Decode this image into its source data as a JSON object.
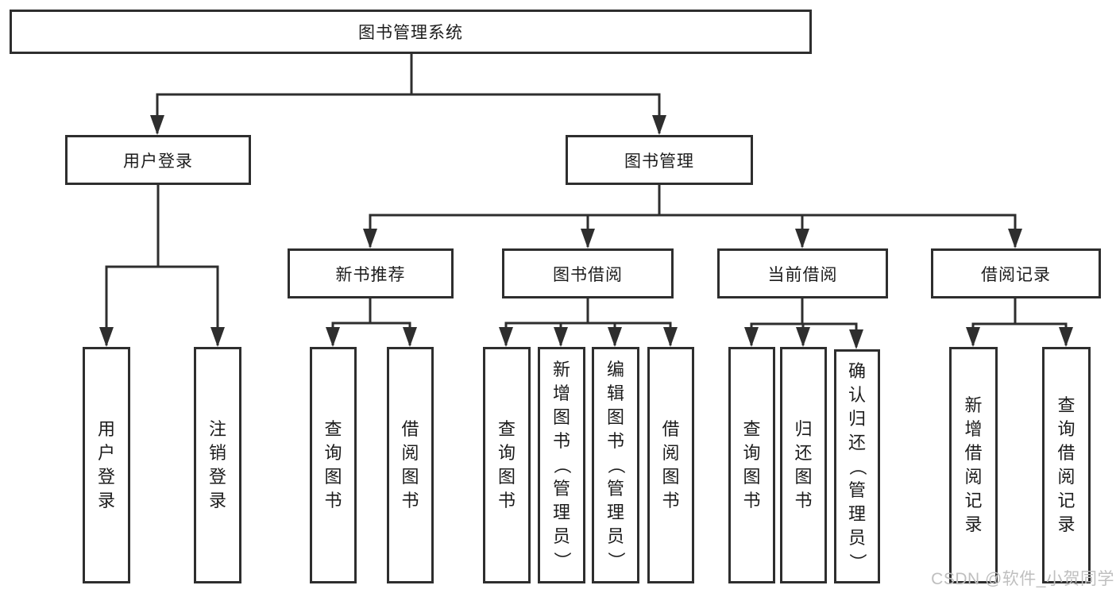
{
  "tree": {
    "root": {
      "label": "图书管理系统",
      "children": [
        {
          "label": "用户登录",
          "children": [
            {
              "label": "用户登录"
            },
            {
              "label": "注销登录"
            }
          ]
        },
        {
          "label": "图书管理",
          "children": [
            {
              "label": "新书推荐",
              "children": [
                {
                  "label": "查询图书"
                },
                {
                  "label": "借阅图书"
                }
              ]
            },
            {
              "label": "图书借阅",
              "children": [
                {
                  "label": "查询图书"
                },
                {
                  "label": "新增图书（管理员）"
                },
                {
                  "label": "编辑图书（管理员）"
                },
                {
                  "label": "借阅图书"
                }
              ]
            },
            {
              "label": "当前借阅",
              "children": [
                {
                  "label": "查询图书"
                },
                {
                  "label": "归还图书"
                },
                {
                  "label": "确认归还（管理员）"
                }
              ]
            },
            {
              "label": "借阅记录",
              "children": [
                {
                  "label": "新增借阅记录"
                },
                {
                  "label": "查询借阅记录"
                }
              ]
            }
          ]
        }
      ]
    }
  },
  "watermark": {
    "text": "CSDN @软件_小贺同学"
  },
  "colors": {
    "line": "#2e2e2e",
    "text": "#1c1c1c",
    "box_background": "#ffffff",
    "background": "#ffffff",
    "watermark": "#bfbfbf"
  }
}
